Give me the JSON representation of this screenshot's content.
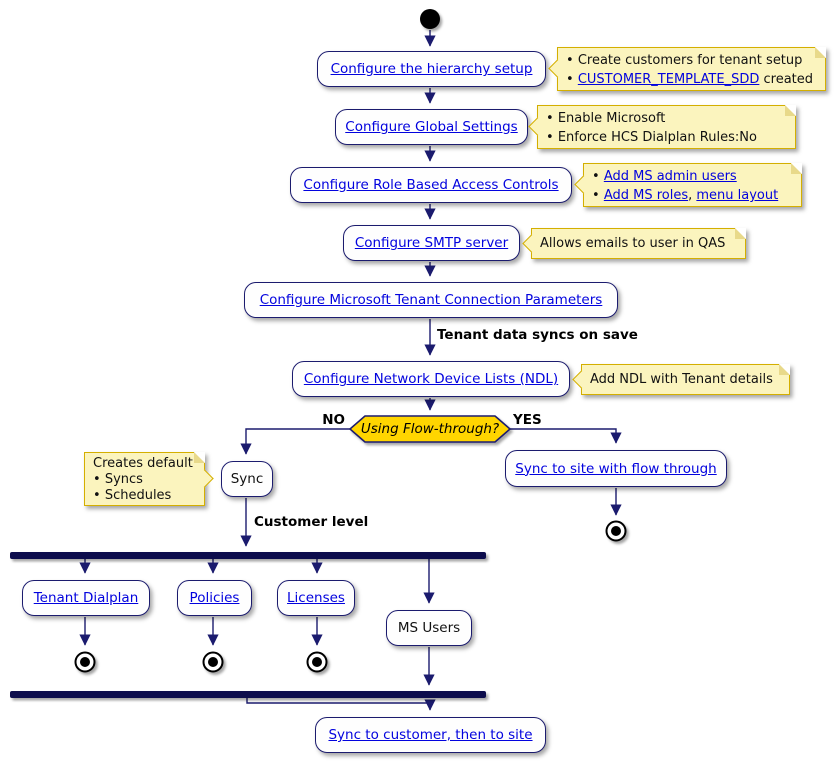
{
  "colors": {
    "background": "#FFFFFF",
    "activity_fill": "#FEFEFE",
    "activity_border": "#1B1B6E",
    "edge_line": "#1B1B6E",
    "link_text": "#0202DE",
    "plain_text": "#111111",
    "note_fill": "#FBF4BE",
    "note_border": "#D4AF00",
    "decision_fill": "#FFD500",
    "fork_join_bar": "#10104E"
  },
  "activities": {
    "hierarchy": "Configure the hierarchy setup",
    "global_settings": "Configure Global Settings",
    "rbac": "Configure Role Based Access Controls",
    "smtp": "Configure SMTP server",
    "ms_tenant": "Configure Microsoft Tenant Connection Parameters",
    "ndl": "Configure Network Device Lists (NDL)",
    "sync": "Sync",
    "sync_flow_through": "Sync to site with flow through",
    "tenant_dialplan": "Tenant Dialplan",
    "policies": "Policies",
    "licenses": "Licenses",
    "ms_users": "MS Users",
    "sync_customer_site": "Sync to customer, then to site"
  },
  "decision": {
    "question": "Using Flow-through?",
    "no_label": "NO",
    "yes_label": "YES"
  },
  "edge_labels": {
    "tenant_sync": "Tenant data syncs on save",
    "customer_level": "Customer level"
  },
  "notes": {
    "hierarchy": {
      "bullet1": "Create customers for tenant setup",
      "bullet2_link": "CUSTOMER_TEMPLATE_SDD",
      "bullet2_suffix": " created"
    },
    "global_settings": {
      "bullet1": "Enable Microsoft",
      "bullet2": "Enforce HCS Dialplan Rules:No"
    },
    "rbac": {
      "bullet1_link": "Add MS admin users",
      "bullet2_link1": "Add MS roles",
      "bullet2_separator": ", ",
      "bullet2_link2": "menu layout"
    },
    "smtp": {
      "text": "Allows emails to user in QAS"
    },
    "ndl": {
      "text": "Add NDL with Tenant details"
    },
    "sync": {
      "title": "Creates default",
      "bullet1": "Syncs",
      "bullet2": "Schedules"
    }
  }
}
